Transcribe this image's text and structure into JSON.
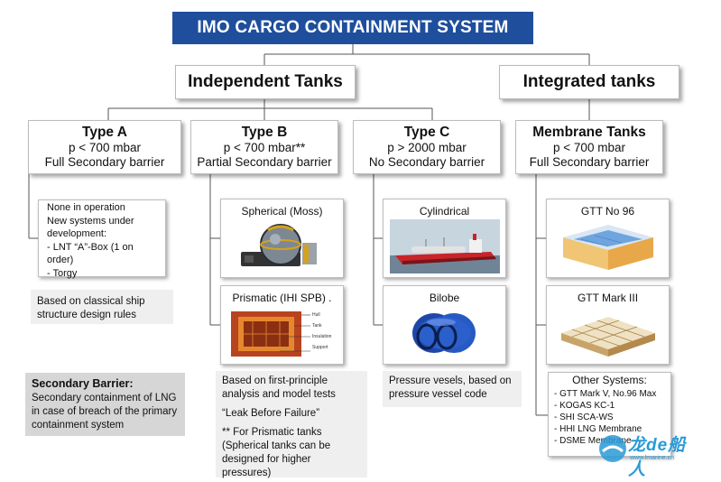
{
  "title": "IMO CARGO CONTAINMENT SYSTEM",
  "categories": {
    "independent": "Independent Tanks",
    "integrated": "Integrated tanks"
  },
  "types": [
    {
      "name": "Type A",
      "pressure": "p < 700 mbar",
      "barrier": "Full Secondary barrier"
    },
    {
      "name": "Type B",
      "pressure": "p < 700 mbar**",
      "barrier": "Partial Secondary barrier"
    },
    {
      "name": "Type C",
      "pressure": "p > 2000 mbar",
      "barrier": "No Secondary barrier"
    },
    {
      "name": "Membrane Tanks",
      "pressure": "p < 700 mbar",
      "barrier": "Full Secondary barrier"
    }
  ],
  "type_a": {
    "dev_lines": [
      "None in operation",
      "New systems under",
      "development:",
      "- LNT “A”-Box (1 on order)",
      "- Torgy"
    ],
    "note_lines": [
      "Based on classical ship",
      "structure design rules"
    ]
  },
  "type_b": {
    "spherical": "Spherical (Moss)",
    "prismatic": "Prismatic (IHI SPB)",
    "prismatic_suffix": ".",
    "prismatic_labels": [
      "Hull",
      "Tank",
      "Insulation",
      "Support"
    ],
    "note_lines": [
      "Based on first-principle",
      "analysis and model tests"
    ],
    "quote": "“Leak Before Failure”",
    "footnote_lines": [
      "** For Prismatic tanks",
      "(Spherical tanks can be",
      "designed for higher pressures)"
    ]
  },
  "type_c": {
    "cylindrical": "Cylindrical",
    "bilobe": "Bilobe",
    "note_lines": [
      "Pressure vesels, based on",
      "pressure vessel code"
    ]
  },
  "membrane": {
    "gtt96": "GTT No 96",
    "gttmk3": "GTT Mark III",
    "other_title": "Other Systems:",
    "others": [
      "- GTT Mark V, No.96 Max",
      "- KOGAS KC-1",
      "- SHI SCA-WS",
      "- HHI LNG Membrane",
      "- DSME Membrane"
    ]
  },
  "secondary_barrier": {
    "title": "Secondary Barrier:",
    "lines": [
      "Secondary containment of LNG",
      "in case of breach of the primary",
      "containment system"
    ]
  },
  "watermark": {
    "brand": "龙de船人",
    "url": "www.lmarine.cn"
  },
  "colors": {
    "title_bg": "#1f4e9c",
    "note_bg": "#efefef",
    "connector": "#555555"
  }
}
